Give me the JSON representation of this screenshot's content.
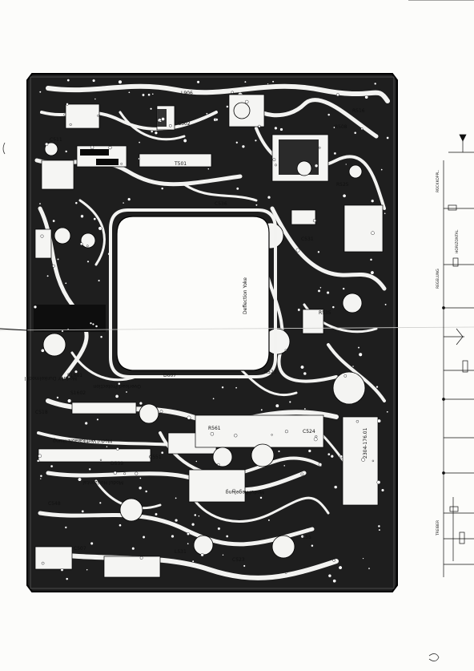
{
  "board": {
    "refs": {
      "r1": "L906",
      "r2": "C502",
      "r3": "R516",
      "r4": "R508",
      "r5": "T501",
      "r6": "C536",
      "r7": "R525",
      "r8": "C531",
      "r9": "D607",
      "r10": "S1601",
      "r11": "S1602",
      "r12": "C518",
      "r13": "R523",
      "r14": "C524",
      "r15": "D539",
      "r16": "C551",
      "r17": "L531",
      "r18": "C523",
      "r19": "R561",
      "r20": "C548",
      "r21": "R535",
      "r22": "C511",
      "r23": "L55",
      "r24": "C507"
    },
    "notes": {
      "n1": "Deflection Yoke",
      "n2": "Modul Y Dunkelmodul",
      "n3": "Overload Protection",
      "n4": "Modul Regelung",
      "n5": "Modul Vertikalablenkung",
      "n6": "Modul Horizontal",
      "n7": "2304-176.01"
    }
  },
  "schematic": {
    "labels": {
      "s1": "RÜCKKOPPL.",
      "s2": "HORIZONTAL",
      "s3": "REGELUNG",
      "s4": "TREIBER"
    }
  },
  "colors": {
    "ink": "#141414",
    "paper": "#fcfcfa",
    "trace": "#f4f4f2"
  }
}
